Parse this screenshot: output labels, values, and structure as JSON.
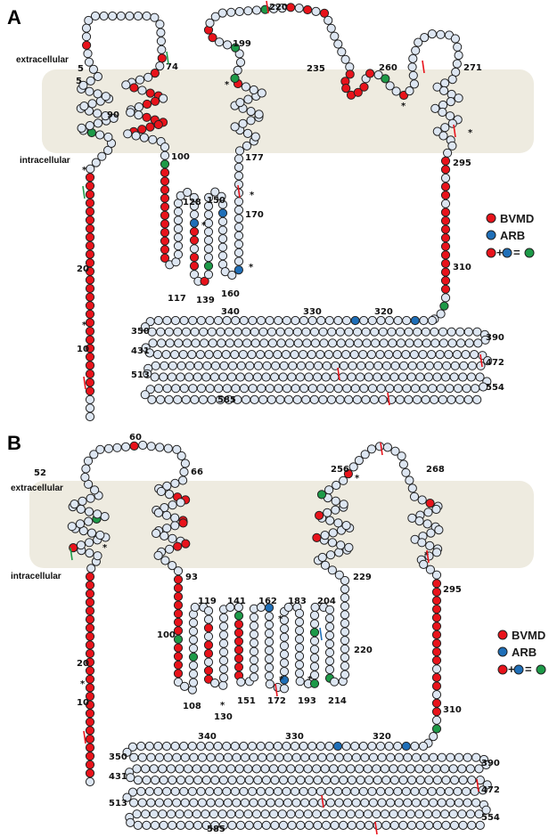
{
  "colors": {
    "bvmd": "#e8131b",
    "arb": "#1f6fb8",
    "both": "#1d9a48",
    "residue": "#dde6f2",
    "membrane": "#eeebe0"
  },
  "legend": {
    "bvmd": "BVMD",
    "arb": "ARB",
    "plus": "+",
    "equals": "="
  },
  "asterisk": "*",
  "panels": [
    {
      "letter": "A",
      "extracellular": "extracellular",
      "intracellular": "intracellular",
      "labels": [
        "5",
        "5",
        "74",
        "90",
        "100",
        "199",
        "220",
        "235",
        "260",
        "271",
        "177",
        "170",
        "128",
        "150",
        "117",
        "139",
        "160",
        "295",
        "310",
        "20",
        "10",
        "340",
        "330",
        "320",
        "350",
        "390",
        "431",
        "472",
        "513",
        "554",
        "585"
      ]
    },
    {
      "letter": "B",
      "extracellular": "extracellular",
      "intracellular": "intracellular",
      "labels": [
        "52",
        "60",
        "66",
        "256",
        "268",
        "93",
        "229",
        "295",
        "119",
        "141",
        "162",
        "183",
        "204",
        "100",
        "220",
        "20",
        "10",
        "108",
        "130",
        "151",
        "172",
        "193",
        "214",
        "310",
        "340",
        "330",
        "320",
        "350",
        "390",
        "431",
        "472",
        "513",
        "554",
        "585"
      ]
    }
  ]
}
